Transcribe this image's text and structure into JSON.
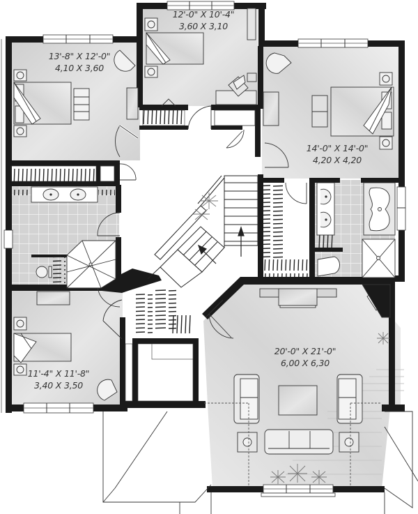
{
  "diagram": {
    "type": "architectural-floor-plan",
    "floor": "upper",
    "colors": {
      "wall": "#1a1a1a",
      "room_fill": "#d6d6d6",
      "room_fill_light": "#ececec",
      "tile_fill": "#d0d0d0",
      "hall_fill": "#ffffff",
      "line": "#333333",
      "plant": "#777777"
    }
  },
  "rooms": [
    {
      "id": "bedroom-top-center",
      "type": "bedroom",
      "imperial": "12'-0\" X 10'-4\"",
      "metric": "3,60 X 3,10"
    },
    {
      "id": "bedroom-top-left",
      "type": "bedroom",
      "imperial": "13'-8\" X 12'-0\"",
      "metric": "4,10 X 3,60"
    },
    {
      "id": "master-bedroom",
      "type": "bedroom",
      "imperial": "14'-0\" X 14'-0\"",
      "metric": "4,20 X 4,20"
    },
    {
      "id": "bedroom-bottom-left",
      "type": "bedroom",
      "imperial": "11'-4\" X 11'-8\"",
      "metric": "3,40 X 3,50"
    },
    {
      "id": "family-room",
      "type": "living-room",
      "imperial": "20'-0\" X 21'-0\"",
      "metric": "6,00 X 6,30"
    }
  ],
  "fixtures": {
    "bathrooms": [
      {
        "id": "shared-bath",
        "items": [
          "double-vanity",
          "toilet",
          "corner-shower",
          "linen-closet"
        ]
      },
      {
        "id": "master-ensuite",
        "items": [
          "double-vanity",
          "toilet",
          "soaking-tub",
          "shower"
        ]
      }
    ],
    "stairs": {
      "direction": "up",
      "arrows": 2
    },
    "walk_in_closet": "master-bedroom",
    "fireplace": "family-room"
  }
}
